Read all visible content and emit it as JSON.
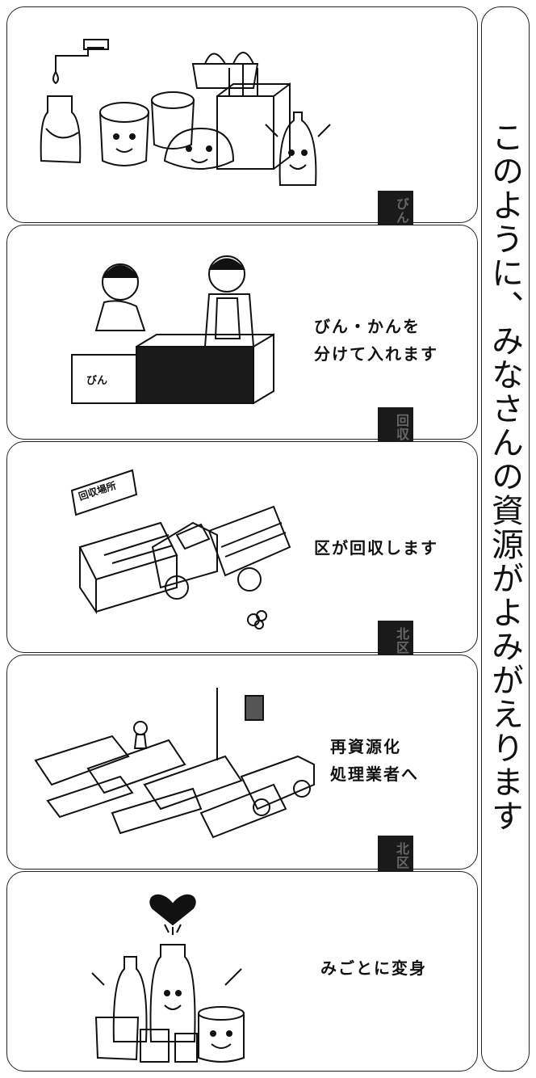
{
  "slogan": "このように、みなさんの資源がよみがえります",
  "steps": [
    {
      "caption": "",
      "arrow_label": "びん"
    },
    {
      "caption": "びん・かんを\n分けて入れます",
      "arrow_label": "回収"
    },
    {
      "caption": "区が回収します",
      "arrow_label": "北区"
    },
    {
      "caption": "再資源化\n処理業者へ",
      "arrow_label": "北区"
    },
    {
      "caption": "みごとに変身",
      "arrow_label": ""
    }
  ],
  "labels": {
    "bin": "びん",
    "collection_sign": "回収場所"
  }
}
